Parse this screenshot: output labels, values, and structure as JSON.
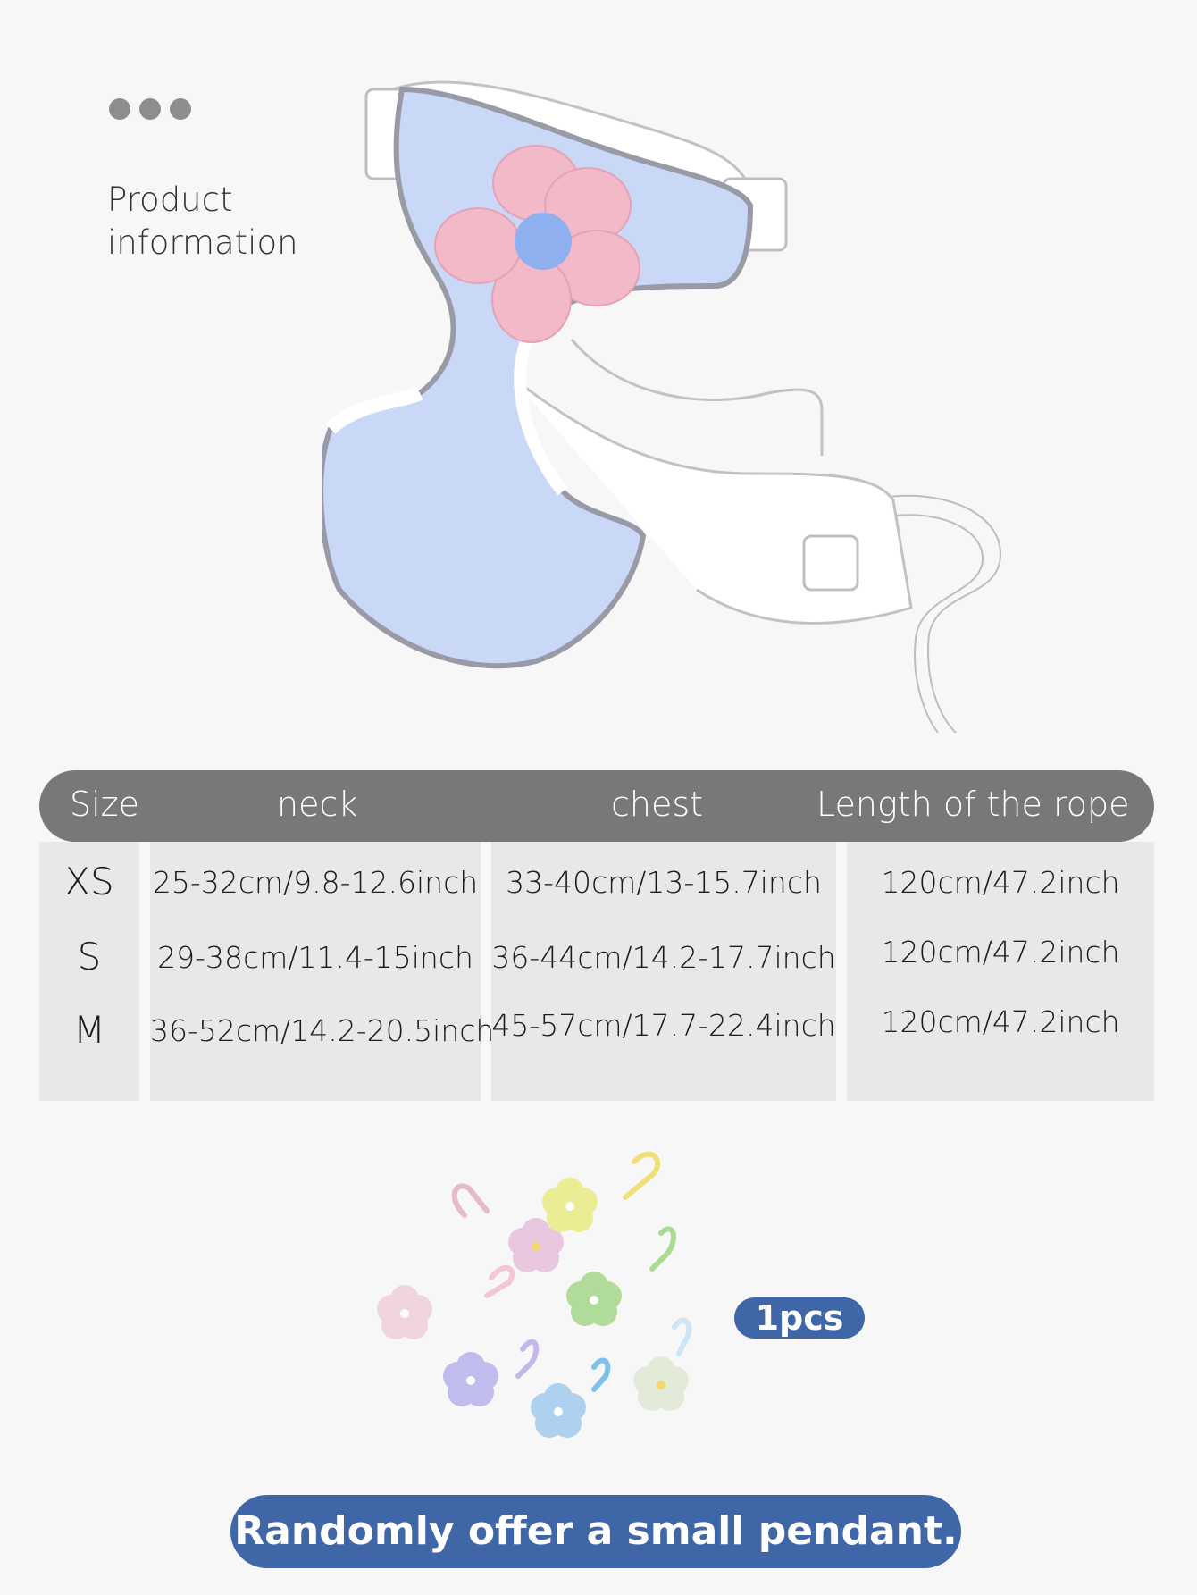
{
  "heading": {
    "line1": "Product",
    "line2": "information"
  },
  "table": {
    "headers": {
      "size": "Size",
      "neck": "neck",
      "chest": "chest",
      "rope": "Length of the rope"
    },
    "rows": [
      {
        "size": "XS",
        "neck": "25-32cm/9.8-12.6inch",
        "chest": "33-40cm/13-15.7inch",
        "rope": "120cm/47.2inch"
      },
      {
        "size": "S",
        "neck": "29-38cm/11.4-15inch",
        "chest": "36-44cm/14.2-17.7inch",
        "rope": "120cm/47.2inch"
      },
      {
        "size": "M",
        "neck": "36-52cm/14.2-20.5inch",
        "chest": "45-57cm/17.7-22.4inch",
        "rope": "120cm/47.2inch"
      }
    ]
  },
  "badge_qty": "1pcs",
  "banner": "Randomly offer a small pendant.",
  "colors": {
    "accent_blue": "#3f67a8",
    "header_gray": "#777879",
    "harness_blue": "#c9d8f7",
    "flower_pink": "#f2b9c8"
  },
  "icons": [
    "three-dots-icon",
    "harness-illustration",
    "pendant-keychains-image"
  ]
}
